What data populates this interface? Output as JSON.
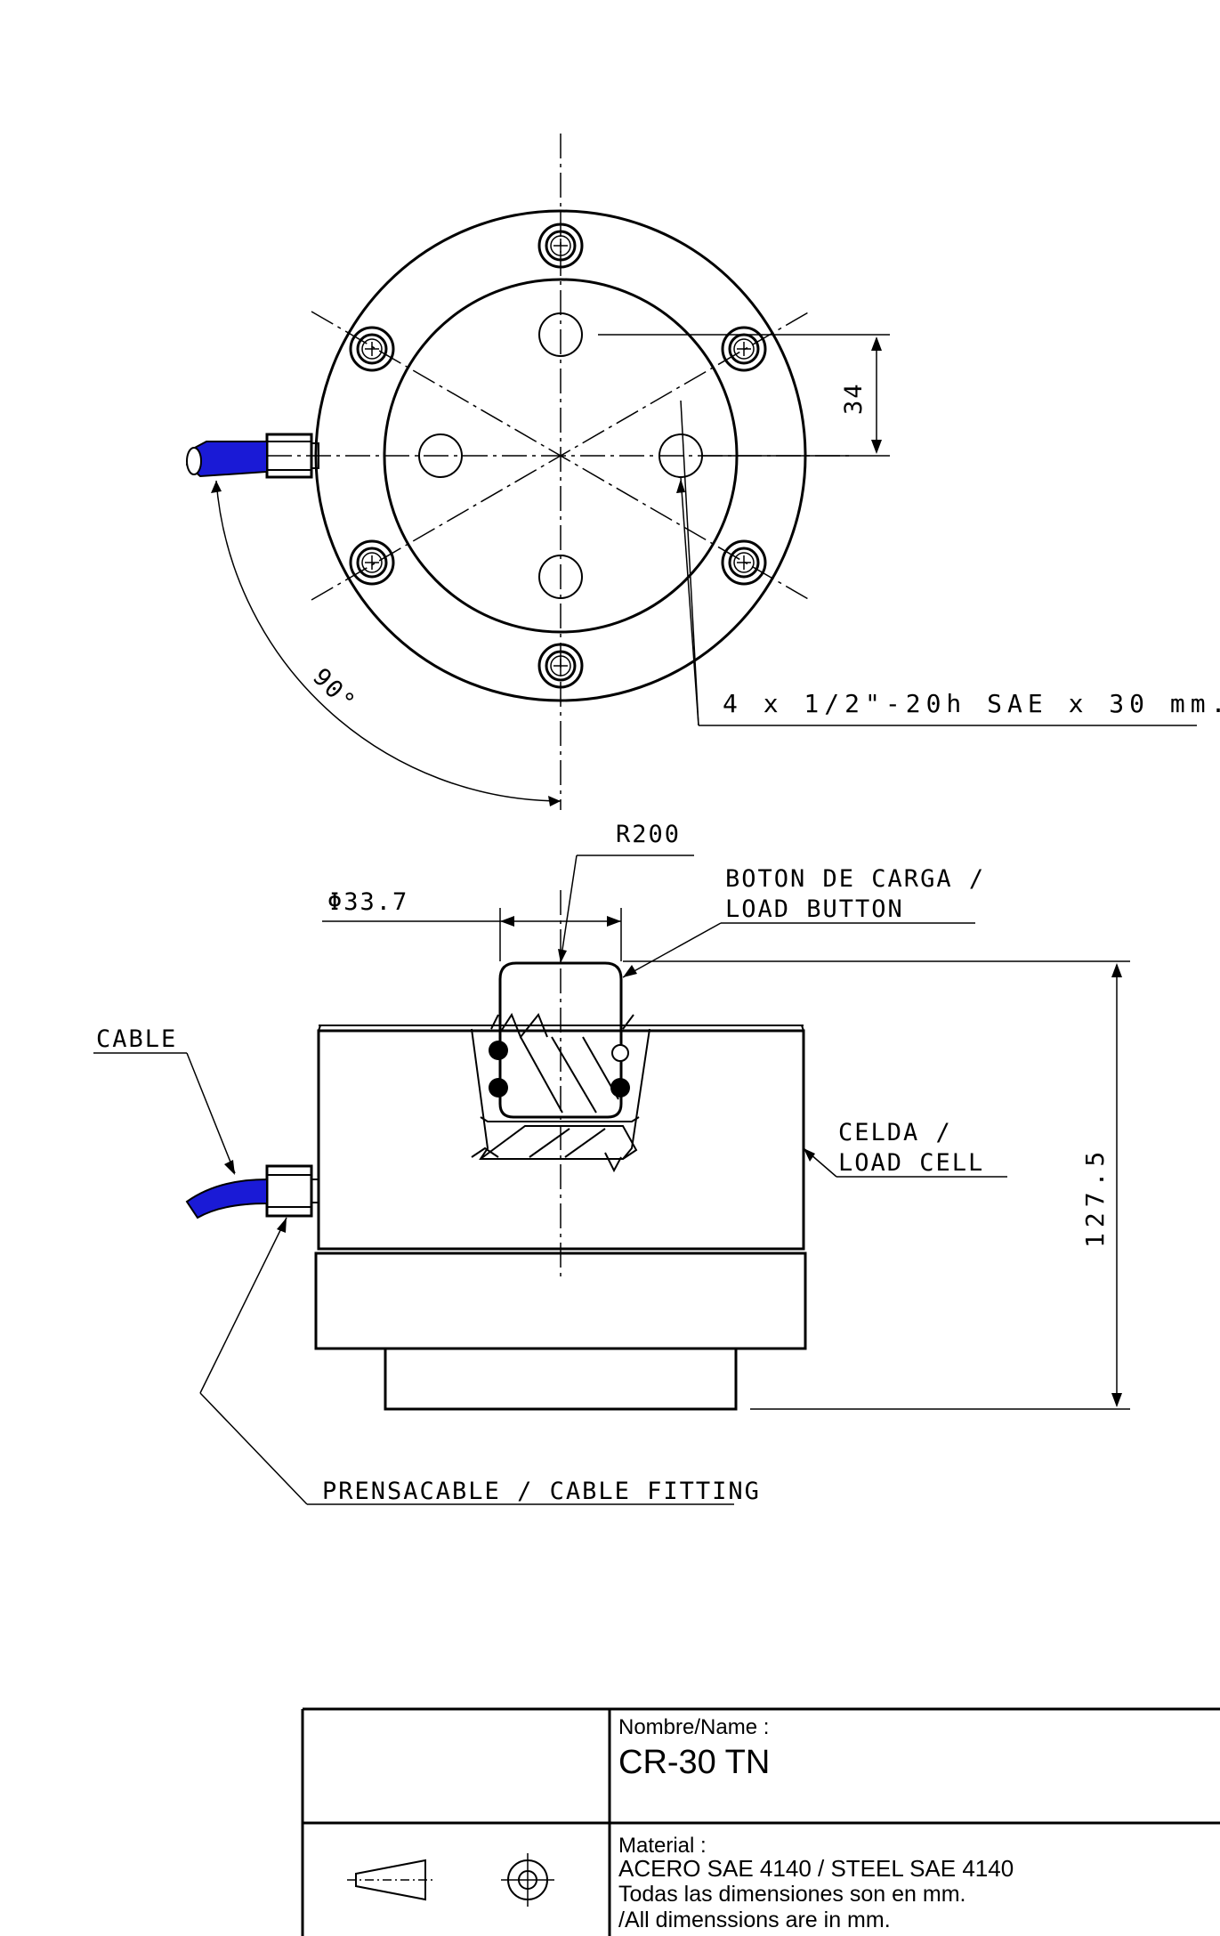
{
  "top_view": {
    "angle_label": "90°",
    "vertical_dim": "34",
    "thread_note": "4 x 1/2\"-20h SAE x 30 mm."
  },
  "side_view": {
    "radius_label": "R200",
    "diameter_label": "Φ33.7",
    "load_button_es": "BOTON DE CARGA /",
    "load_button_en": "LOAD BUTTON",
    "cable_label": "CABLE",
    "load_cell_es": "CELDA /",
    "load_cell_en": "LOAD CELL",
    "height_dim": "127.5",
    "fitting_label": "PRENSACABLE / CABLE FITTING"
  },
  "title_block": {
    "name_label": "Nombre/Name :",
    "name_value": "CR-30 TN",
    "material_label": "Material :",
    "material_value": "ACERO SAE 4140 / STEEL SAE 4140",
    "note_es": "Todas las dimensiones son en mm.",
    "note_en": "/All dimenssions are in mm."
  },
  "colors": {
    "cable": "#1a1ad6",
    "line": "#000000"
  }
}
